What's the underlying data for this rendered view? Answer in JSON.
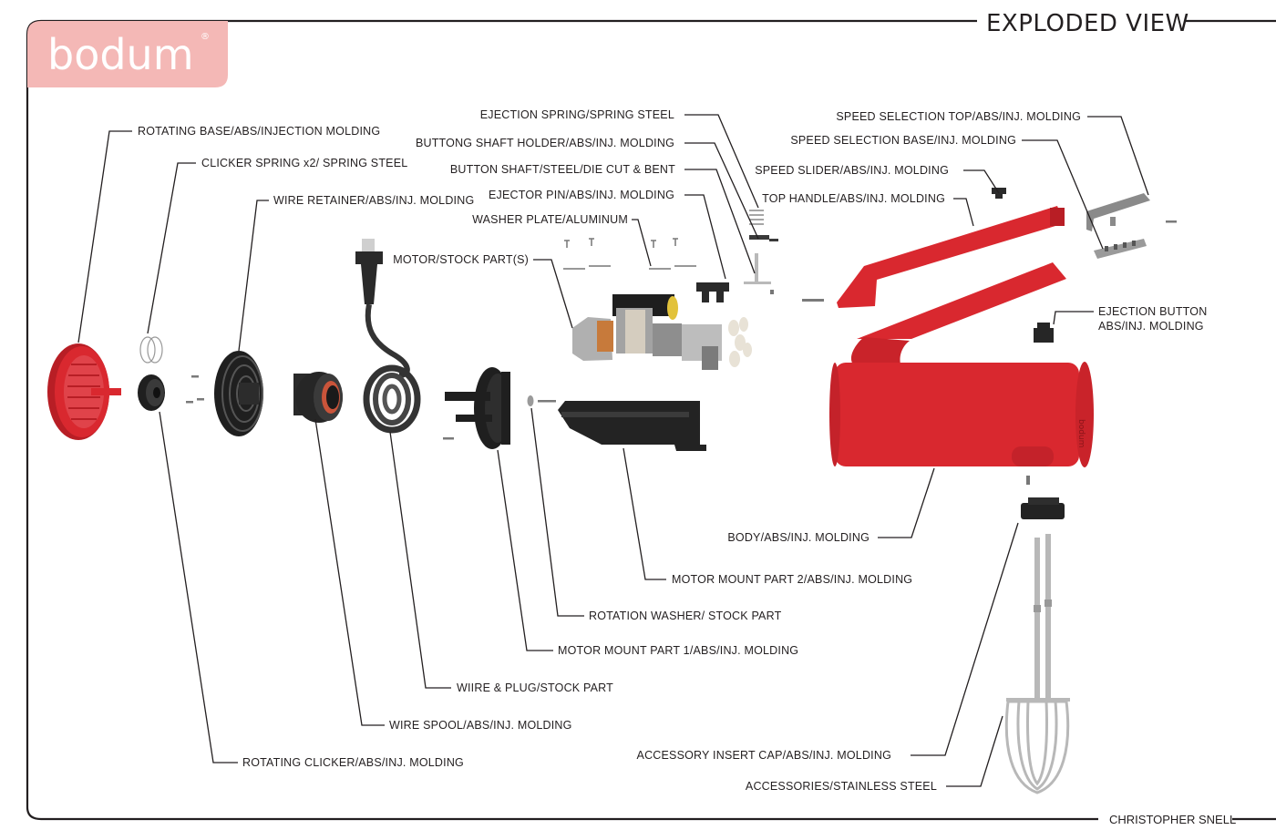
{
  "title": "EXPLODED VIEW",
  "author": "CHRISTOPHER SNELL",
  "brand": {
    "name": "bodum",
    "registered": "®",
    "logo_color": "#f4b8b6"
  },
  "colors": {
    "product_red": "#d9282f",
    "dark_part": "#2a2a2a",
    "metal": "#b8b8b8"
  },
  "labels": {
    "rotating_base": "ROTATING BASE/ABS/INJECTION MOLDING",
    "clicker_spring": "CLICKER SPRING x2/ SPRING STEEL",
    "wire_retainer": "WIRE RETAINER/ABS/INJ. MOLDING",
    "motor_stock": "MOTOR/STOCK PART(S)",
    "washer_plate": "WASHER PLATE/ALUMINUM",
    "ejector_pin": "EJECTOR PIN/ABS/INJ. MOLDING",
    "button_shaft": "BUTTON SHAFT/STEEL/DIE CUT & BENT",
    "button_shaft_holder": "BUTTONG SHAFT HOLDER/ABS/INJ. MOLDING",
    "ejection_spring": "EJECTION SPRING/SPRING STEEL",
    "speed_top": "SPEED SELECTION TOP/ABS/INJ. MOLDING",
    "speed_base": "SPEED SELECTION BASE/INJ. MOLDING",
    "speed_slider": "SPEED SLIDER/ABS/INJ. MOLDING",
    "top_handle": "TOP HANDLE/ABS/INJ. MOLDING",
    "ejection_button_1": "EJECTION BUTTON",
    "ejection_button_2": "ABS/INJ. MOLDING",
    "body": "BODY/ABS/INJ. MOLDING",
    "motor_mount_2": "MOTOR MOUNT PART 2/ABS/INJ. MOLDING",
    "rotation_washer": "ROTATION WASHER/ STOCK PART",
    "motor_mount_1": "MOTOR MOUNT PART 1/ABS/INJ. MOLDING",
    "wire_plug": "WIIRE & PLUG/STOCK PART",
    "wire_spool": "WIRE SPOOL/ABS/INJ. MOLDING",
    "rotating_clicker": "ROTATING CLICKER/ABS/INJ. MOLDING",
    "accessory_cap": "ACCESSORY INSERT CAP/ABS/INJ. MOLDING",
    "accessories": "ACCESSORIES/STAINLESS STEEL"
  },
  "parts": [
    "rotating-base",
    "clicker-spring",
    "rotating-clicker",
    "wire-retainer",
    "wire-spool",
    "wire-plug",
    "motor-mount-1",
    "rotation-washer",
    "motor",
    "motor-mount-2",
    "washer-plate",
    "ejector-pin",
    "button-shaft",
    "ejection-spring",
    "top-handle",
    "speed-slider",
    "speed-selection-base",
    "speed-selection-top",
    "ejection-button",
    "body",
    "accessory-insert-cap",
    "accessories"
  ]
}
